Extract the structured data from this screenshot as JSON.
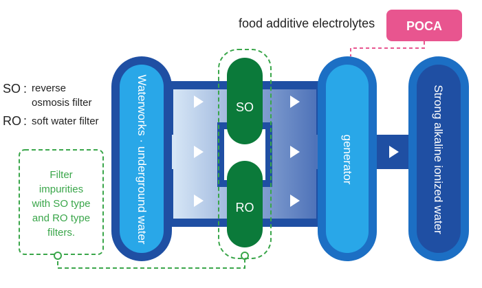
{
  "legend": {
    "so_key": "SO",
    "so_colon": ":",
    "so_desc_line1": "reverse",
    "so_desc_line2": "osmosis filter",
    "ro_key": "RO",
    "ro_colon": ":",
    "ro_desc": "soft water filter"
  },
  "note": {
    "lines": [
      "Filter",
      "impurities",
      "with SO type",
      "and RO type",
      "filters."
    ]
  },
  "additive": {
    "label": "food additive electrolytes",
    "badge": "POCA"
  },
  "stages": {
    "source": "Waterworks · underground water",
    "so_filter": "SO",
    "ro_filter": "RO",
    "generator": "generator",
    "output": "Strong alkaline ionized water"
  },
  "colors": {
    "dark_blue": "#1f4fa3",
    "mid_blue": "#1c6fc4",
    "light_blue": "#29a7e8",
    "green": "#0b7a3a",
    "note_green": "#3aa64a",
    "pink": "#e8558f"
  }
}
